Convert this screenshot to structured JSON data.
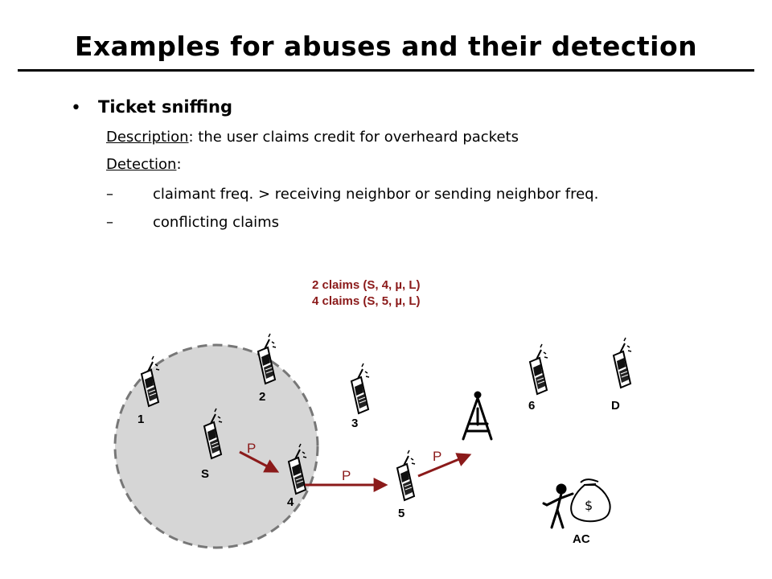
{
  "slide": {
    "title": "Examples for abuses and their detection",
    "bullet": "Ticket sniffing",
    "description_label": "Description",
    "description_text": ": the user claims credit for overheard packets",
    "detection_label": "Detection",
    "detection_suffix": ":",
    "items": [
      "claimant freq. > receiving neighbor or sending neighbor freq.",
      "conflicting claims"
    ],
    "dash": "–"
  },
  "diagram": {
    "claims": [
      "2 claims (S, 4, µ, L)",
      "4 claims (S, 5, µ, L)"
    ],
    "nodes": [
      "1",
      "2",
      "3",
      "S",
      "4",
      "5",
      "6",
      "D"
    ],
    "packet_label": "P",
    "accounting_label": "AC",
    "money_symbol": "$",
    "colors": {
      "arrow": "#8b1a1a",
      "range": "#d6d6d6",
      "range_border": "#777777"
    }
  }
}
